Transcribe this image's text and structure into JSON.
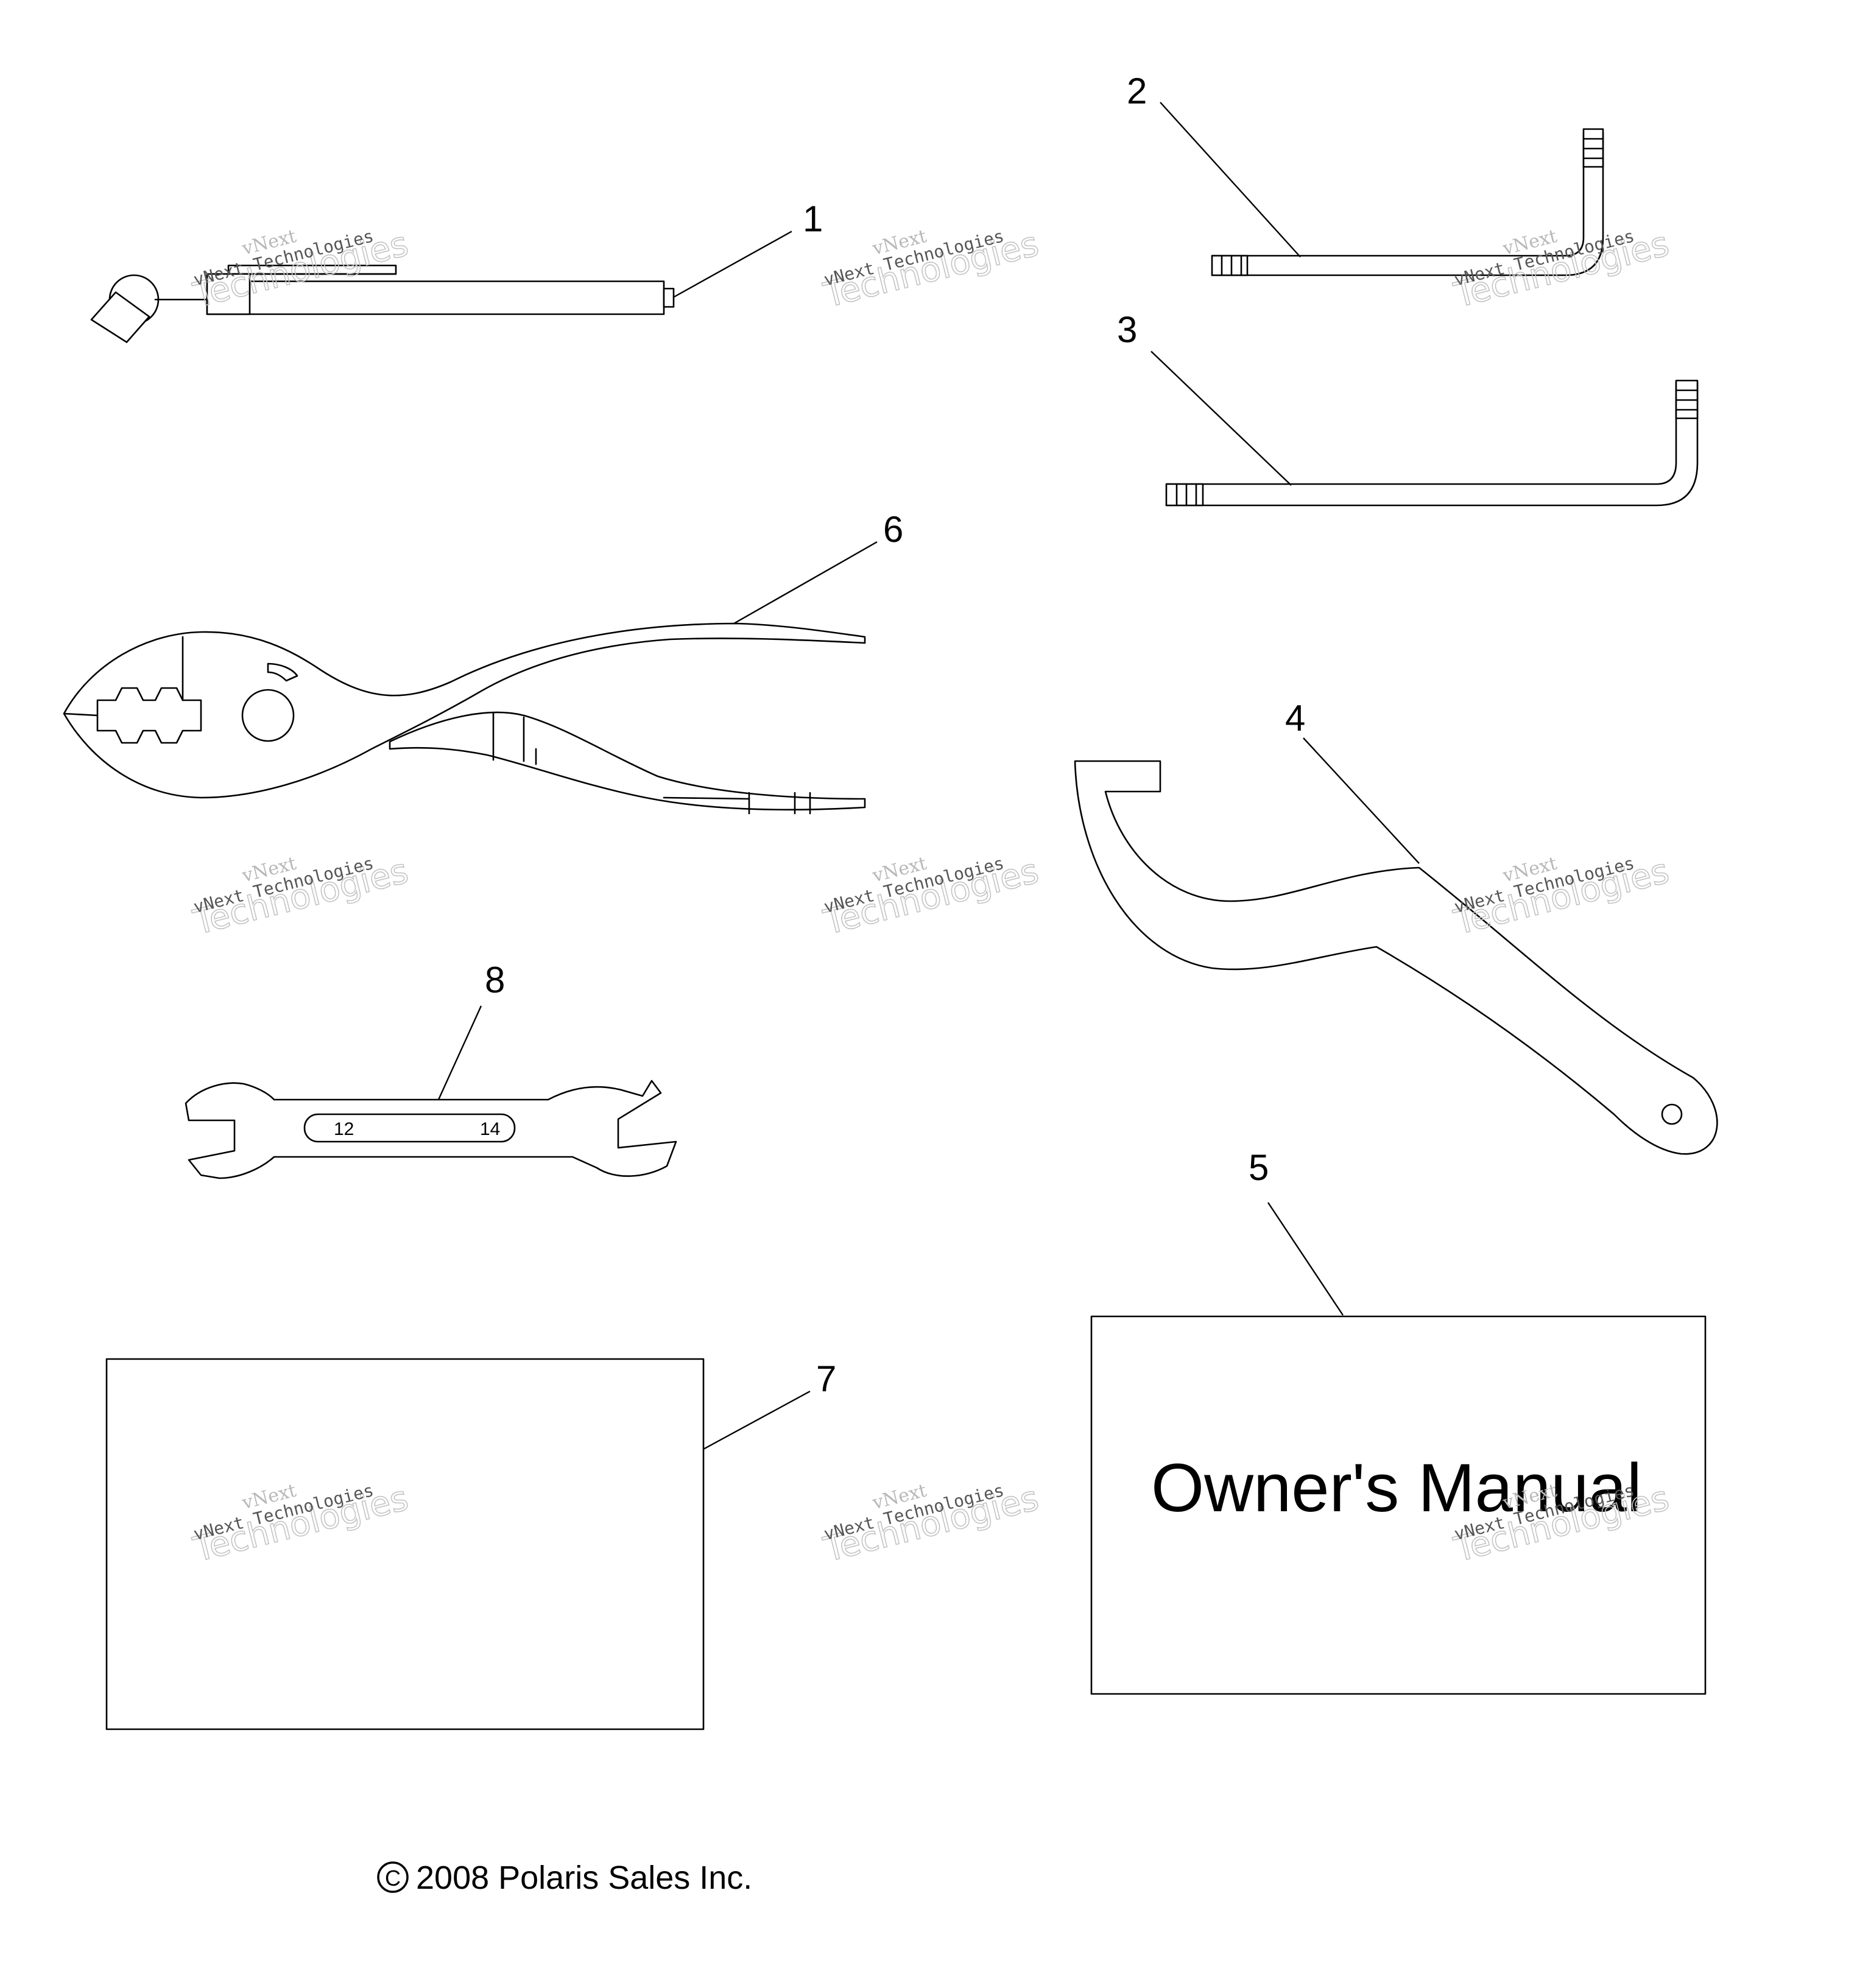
{
  "callouts": {
    "c1": "1",
    "c2": "2",
    "c3": "3",
    "c4": "4",
    "c5": "5",
    "c6": "6",
    "c7": "7",
    "c8": "8"
  },
  "manual": {
    "title": "Owner's Manual"
  },
  "wrench": {
    "size_left": "12",
    "size_right": "14"
  },
  "footer": {
    "copyright": "2008 Polaris Sales Inc."
  },
  "watermark": {
    "line1": "vNext",
    "line2": "Technologies",
    "line3": "vNext Technologies"
  }
}
